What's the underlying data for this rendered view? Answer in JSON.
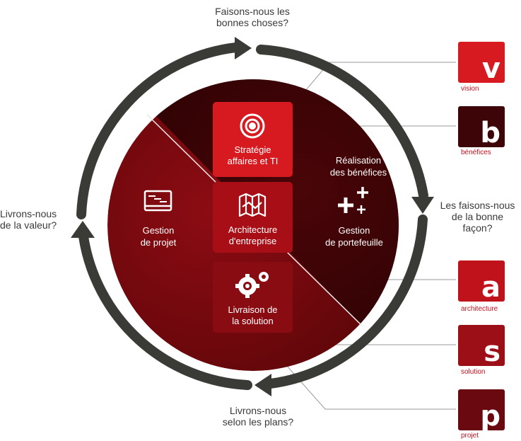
{
  "questions": {
    "top": [
      "Faisons-nous les",
      "bonnes choses?"
    ],
    "right": [
      "Les faisons-nous",
      "de la bonne",
      "façon?"
    ],
    "bottom": [
      "Livrons-nous",
      "selon les plans?"
    ],
    "left": [
      "Livrons-nous",
      "de la valeur?"
    ]
  },
  "regions": {
    "benefits": [
      "Réalisation",
      "des bénéfices"
    ],
    "portfolio": [
      "Gestion",
      "de portefeuille"
    ],
    "project": [
      "Gestion",
      "de projet"
    ]
  },
  "center_boxes": {
    "strategy": [
      "Stratégie",
      "affaires et TI"
    ],
    "architecture": [
      "Architecture",
      "d'entreprise"
    ],
    "delivery": [
      "Livraison de",
      "la solution"
    ]
  },
  "tiles": [
    {
      "letter": "v",
      "caption": "vision",
      "color": "#d71920"
    },
    {
      "letter": "b",
      "caption": "bénéfices",
      "color": "#3d0507"
    },
    {
      "letter": "a",
      "caption": "architecture",
      "color": "#c0121b"
    },
    {
      "letter": "s",
      "caption": "solution",
      "color": "#9c0f17"
    },
    {
      "letter": "p",
      "caption": "projet",
      "color": "#6a0a10"
    }
  ],
  "icons": {
    "strategy": "target-icon",
    "architecture": "map-icon",
    "delivery": "gears-icon",
    "portfolio": "plus-cluster-icon",
    "project": "gantt-window-icon"
  },
  "colors": {
    "ring": "#3a3a36",
    "region_dark": "#3a0406",
    "region_red": "#7a0a10",
    "box_bright": "#d71920",
    "box_mid": "#a80e16",
    "box_deep": "#8a0c13",
    "caption": "#c8101e"
  }
}
